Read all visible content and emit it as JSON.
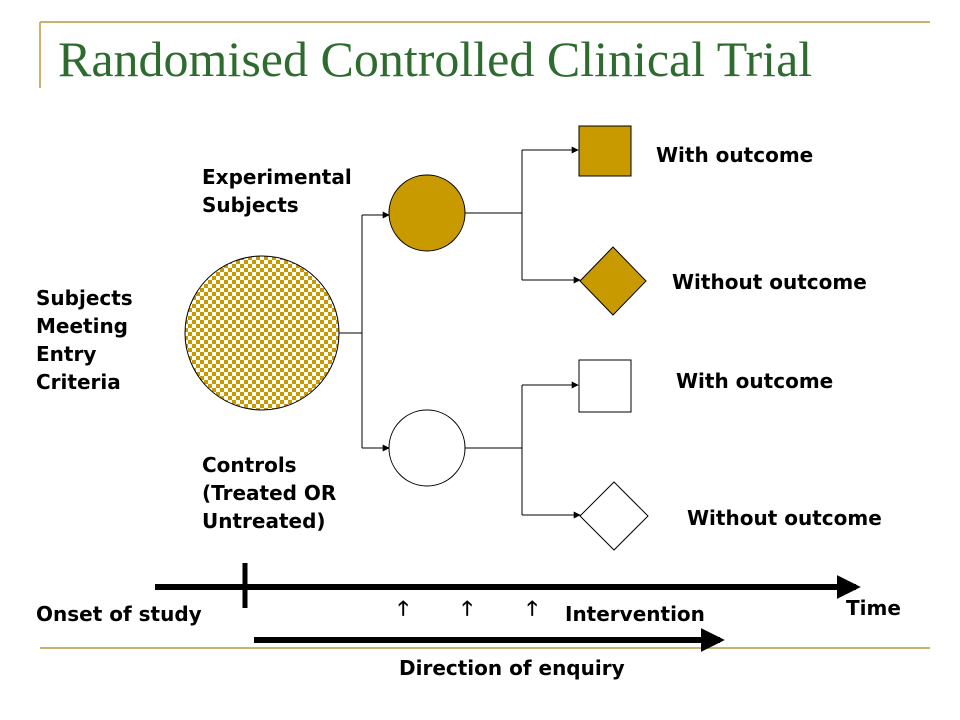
{
  "title": "Randomised Controlled Clinical Trial",
  "labels": {
    "entry": "Subjects\nMeeting\nEntry\nCriteria",
    "experimental": "Experimental\nSubjects",
    "controls": "Controls\n(Treated OR\nUntreated)",
    "outcome1": "With outcome",
    "outcome2": "Without outcome",
    "outcome3": "With outcome",
    "outcome4": "Without outcome",
    "onset": "Onset of study",
    "intervention": "Intervention",
    "time": "Time",
    "enquiry": "Direction of enquiry"
  },
  "arrow_glyph": "🡑",
  "colors": {
    "title": "#2e6b2e",
    "frame": "#c9b26b",
    "fill": "#c89a00",
    "stroke": "#000000"
  }
}
